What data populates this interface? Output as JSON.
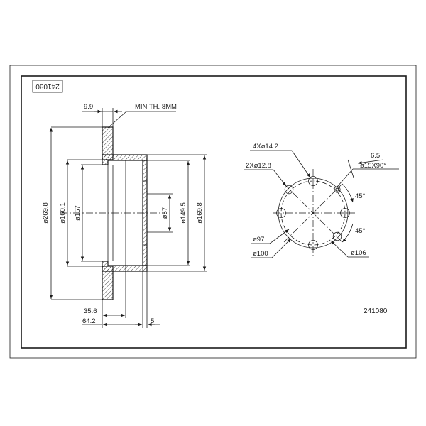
{
  "part_number": "241080",
  "part_number_rotated": "241080",
  "notes": {
    "min_thickness": "MIN TH. 8MM"
  },
  "side_view": {
    "dims": {
      "flange_thickness": "9.9",
      "outer_dia": "ø269.8",
      "hat_inner_dia": "ø160.1",
      "hat_inner_dia2": "ø157",
      "center_bore": "ø57",
      "hub_dia": "ø149.5",
      "hat_outer_dia": "ø169.8",
      "hat_depth": "35.6",
      "total_height": "64.2",
      "hub_thickness": "5"
    }
  },
  "front_view": {
    "dims": {
      "bolt_holes": "4Xø14.2",
      "aux_holes": "2Xø12.8",
      "chamfer_depth": "6.5",
      "chamfer": "ø15X90°",
      "angle_top": "45°",
      "angle_bottom": "45°",
      "pcd_97": "ø97",
      "pcd_100": "ø100",
      "pcd_106": "ø106"
    }
  },
  "colors": {
    "line": "#1a1a1a",
    "background": "#ffffff"
  }
}
